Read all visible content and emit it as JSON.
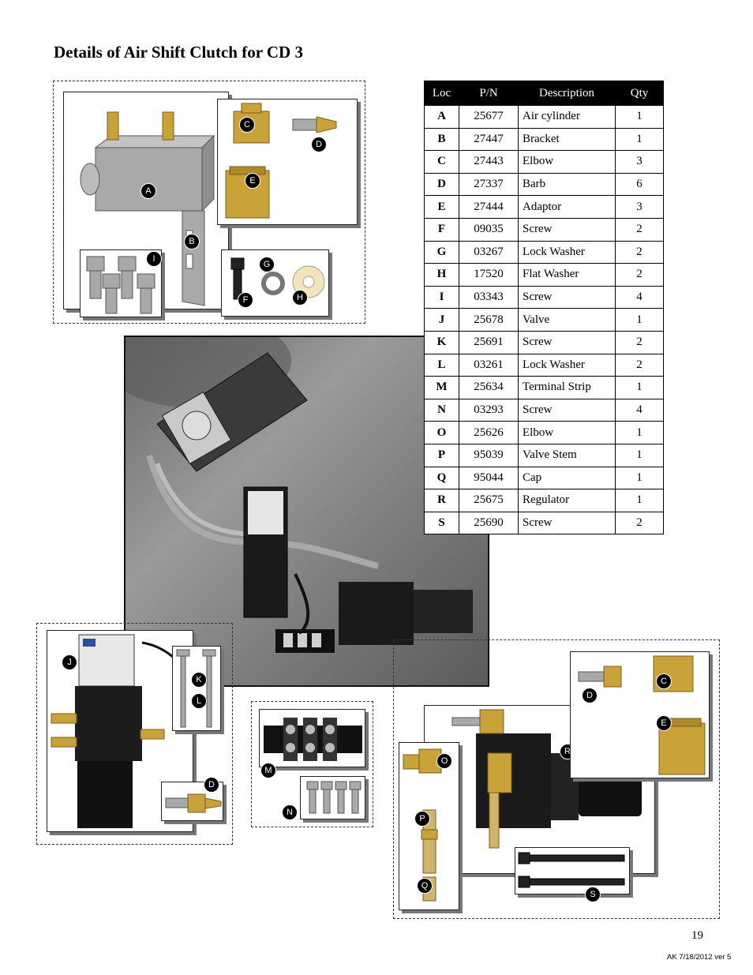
{
  "page_title": "Details of Air Shift Clutch for CD 3",
  "table": {
    "headers": [
      "Loc",
      "P/N",
      "Description",
      "Qty"
    ],
    "rows": [
      {
        "loc": "A",
        "pn": "25677",
        "desc": "Air cylinder",
        "qty": "1"
      },
      {
        "loc": "B",
        "pn": "27447",
        "desc": "Bracket",
        "qty": "1"
      },
      {
        "loc": "C",
        "pn": "27443",
        "desc": "Elbow",
        "qty": "3"
      },
      {
        "loc": "D",
        "pn": "27337",
        "desc": "Barb",
        "qty": "6"
      },
      {
        "loc": "E",
        "pn": "27444",
        "desc": "Adaptor",
        "qty": "3"
      },
      {
        "loc": "F",
        "pn": "09035",
        "desc": "Screw",
        "qty": "2"
      },
      {
        "loc": "G",
        "pn": "03267",
        "desc": "Lock Washer",
        "qty": "2"
      },
      {
        "loc": "H",
        "pn": "17520",
        "desc": "Flat Washer",
        "qty": "2"
      },
      {
        "loc": "I",
        "pn": "03343",
        "desc": "Screw",
        "qty": "4"
      },
      {
        "loc": "J",
        "pn": "25678",
        "desc": "Valve",
        "qty": "1"
      },
      {
        "loc": "K",
        "pn": "25691",
        "desc": "Screw",
        "qty": "2"
      },
      {
        "loc": "L",
        "pn": "03261",
        "desc": "Lock Washer",
        "qty": "2"
      },
      {
        "loc": "M",
        "pn": "25634",
        "desc": "Terminal Strip",
        "qty": "1"
      },
      {
        "loc": "N",
        "pn": "03293",
        "desc": "Screw",
        "qty": "4"
      },
      {
        "loc": "O",
        "pn": "25626",
        "desc": "Elbow",
        "qty": "1"
      },
      {
        "loc": "P",
        "pn": "95039",
        "desc": "Valve Stem",
        "qty": "1"
      },
      {
        "loc": "Q",
        "pn": "95044",
        "desc": "Cap",
        "qty": "1"
      },
      {
        "loc": "R",
        "pn": "25675",
        "desc": "Regulator",
        "qty": "1"
      },
      {
        "loc": "S",
        "pn": "25690",
        "desc": "Screw",
        "qty": "2"
      }
    ]
  },
  "callouts": {
    "a": "A",
    "b": "B",
    "c1": "C",
    "d1": "D",
    "e1": "E",
    "f": "F",
    "g": "G",
    "h": "H",
    "i": "I",
    "j": "J",
    "k": "K",
    "l": "L",
    "d2": "D",
    "m": "M",
    "n": "N",
    "c2": "C",
    "d3": "D",
    "e2": "E",
    "o": "O",
    "p": "P",
    "q": "Q",
    "r": "R",
    "s": "S"
  },
  "page_number": "19",
  "footer": "AK 7/18/2012 ver 5"
}
